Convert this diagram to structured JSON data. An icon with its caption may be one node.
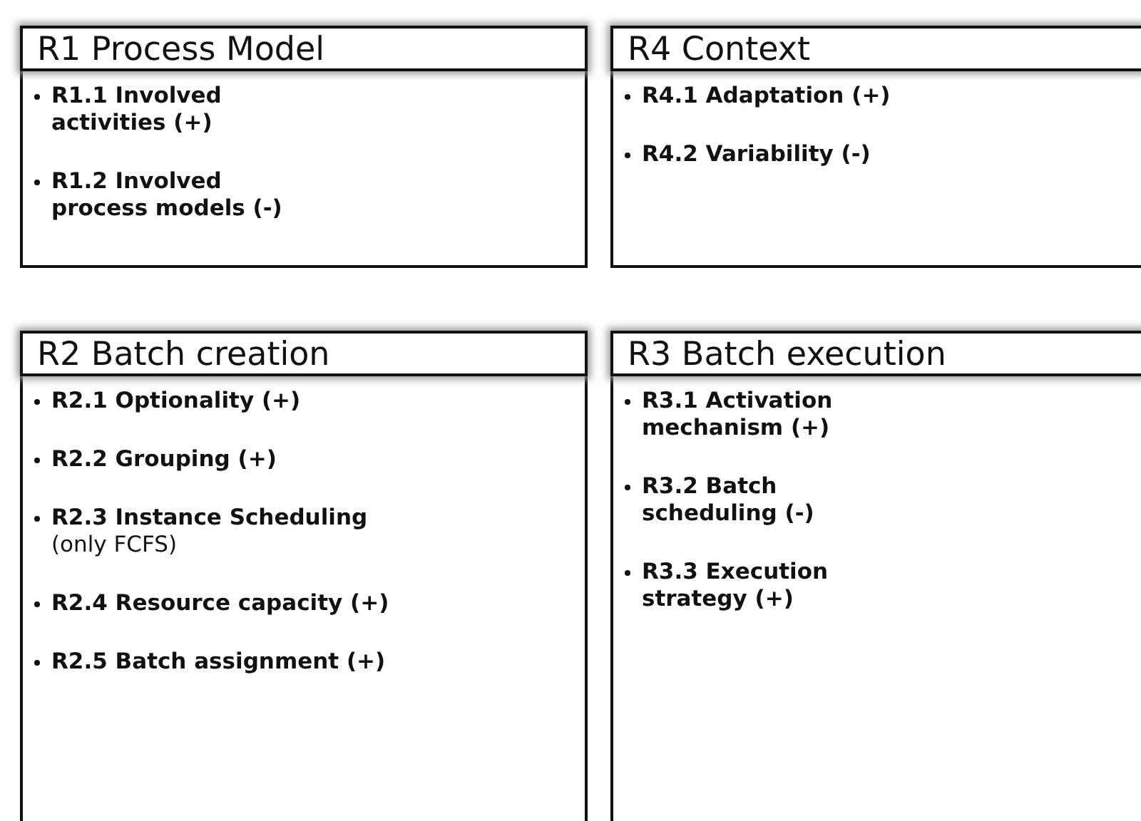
{
  "diagram": {
    "nodes": [
      {
        "text": [
          "R1 Process Model",
          "R1.1 Involved activities (+)",
          "R1.2 Involved process models (-)"
        ]
      },
      {
        "text": [
          "R4 Context",
          "R4.1 Adaptation (+)",
          "R4.2 Variability (-)"
        ]
      },
      {
        "text": [
          "R2 Batch creation",
          "R2.1 Optionality (+)",
          "R2.2 Grouping (+)",
          "**R2.3 Instance Scheduling** (only FCFS)",
          "R2.4 Resource capacity (+)",
          "R2.5 Batch assignment (+)"
        ]
      },
      {
        "text": [
          "R3 Batch execution",
          "R3.1 Activation mechanism (+)",
          "R3.2 Batch scheduling (-)",
          "R3.3 Execution strategy (+)"
        ]
      }
    ]
  }
}
